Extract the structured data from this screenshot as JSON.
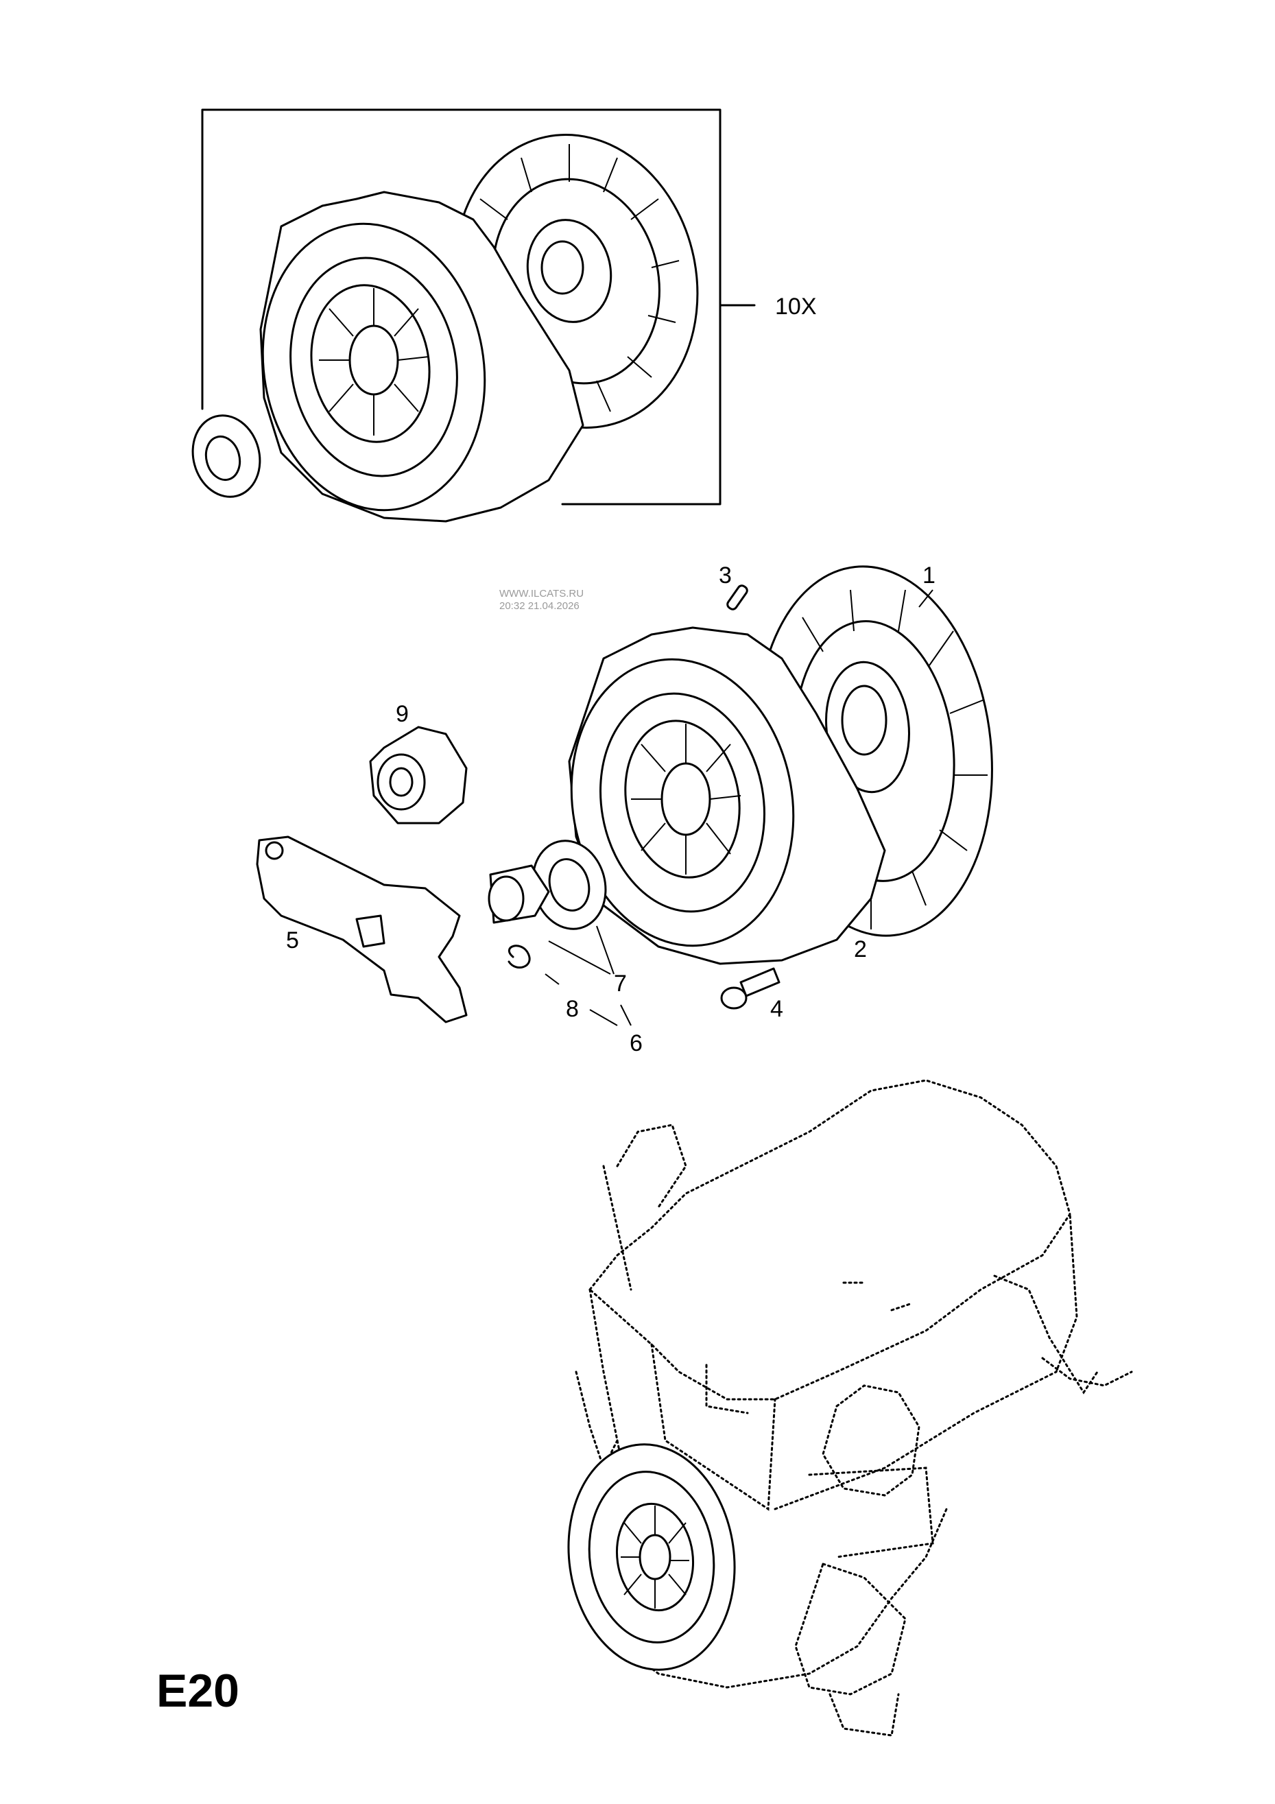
{
  "page_code": "E20",
  "watermark": {
    "line1": "WWW.ILCATS.RU",
    "line2": "20:32 21.04.2026"
  },
  "callouts": {
    "kit": "10X",
    "p1": "1",
    "p2": "2",
    "p3": "3",
    "p4": "4",
    "p5": "5",
    "p6": "6",
    "p7": "7",
    "p8": "8",
    "p9": "9"
  }
}
